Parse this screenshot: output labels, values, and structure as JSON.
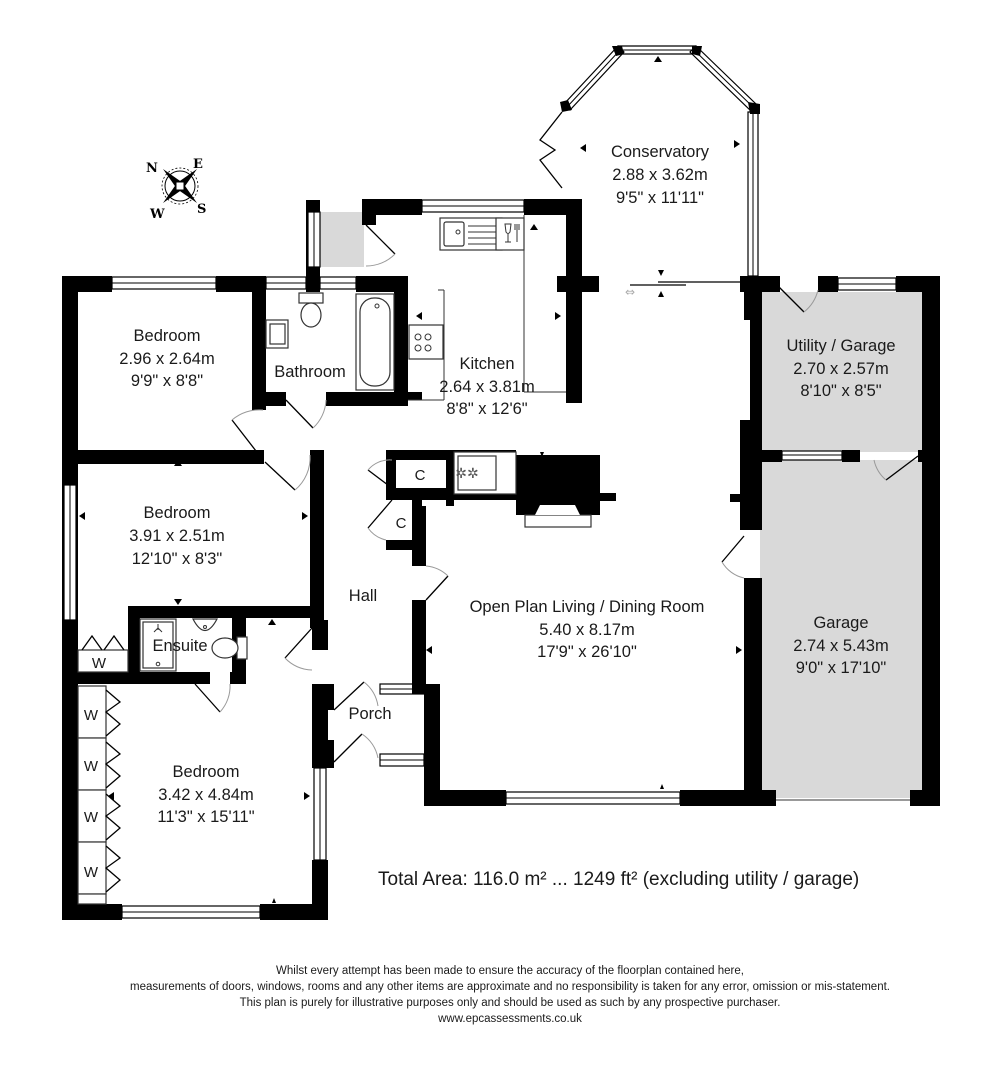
{
  "compass": {
    "north": "N",
    "east": "E",
    "south": "S",
    "west": "W"
  },
  "rooms": [
    {
      "id": "conservatory",
      "name": "Conservatory",
      "metric": "2.88 x 3.62m",
      "imperial": "9'5\" x 11'11\""
    },
    {
      "id": "kitchen",
      "name": "Kitchen",
      "metric": "2.64 x 3.81m",
      "imperial": "8'8\" x 12'6\""
    },
    {
      "id": "bathroom",
      "name": "Bathroom"
    },
    {
      "id": "bedroom-1",
      "name": "Bedroom",
      "metric": "2.96 x 2.64m",
      "imperial": "9'9\" x 8'8\""
    },
    {
      "id": "bedroom-2",
      "name": "Bedroom",
      "metric": "3.91 x 2.51m",
      "imperial": "12'10\" x 8'3\""
    },
    {
      "id": "ensuite",
      "name": "Ensuite"
    },
    {
      "id": "bedroom-3",
      "name": "Bedroom",
      "metric": "3.42 x 4.84m",
      "imperial": "11'3\" x 15'11\""
    },
    {
      "id": "hall",
      "name": "Hall"
    },
    {
      "id": "porch",
      "name": "Porch"
    },
    {
      "id": "living",
      "name": "Open Plan Living / Dining Room",
      "metric": "5.40 x 8.17m",
      "imperial": "17'9\" x 26'10\""
    },
    {
      "id": "utility",
      "name": "Utility / Garage",
      "metric": "2.70 x 2.57m",
      "imperial": "8'10\" x 8'5\""
    },
    {
      "id": "garage",
      "name": "Garage",
      "metric": "2.74 x 5.43m",
      "imperial": "9'0\" x 17'10\""
    }
  ],
  "cupboards": {
    "label": "C"
  },
  "wardrobes": {
    "label": "W"
  },
  "colors": {
    "wall": "#000000",
    "garage_fill": "#d9d9d9",
    "text": "#1a1a1a"
  },
  "total_area": "Total Area: 116.0 m² ... 1249 ft² (excluding utility / garage)",
  "disclaimer": {
    "line1": "Whilst every attempt has been made to ensure the accuracy of the floorplan contained here,",
    "line2": "measurements of doors, windows, rooms and any other items are approximate and no responsibility is taken for any error, omission or mis-statement.",
    "line3": "This plan is purely for illustrative purposes only and should be used as such by any prospective purchaser.",
    "website": "www.epcassessments.co.uk"
  }
}
